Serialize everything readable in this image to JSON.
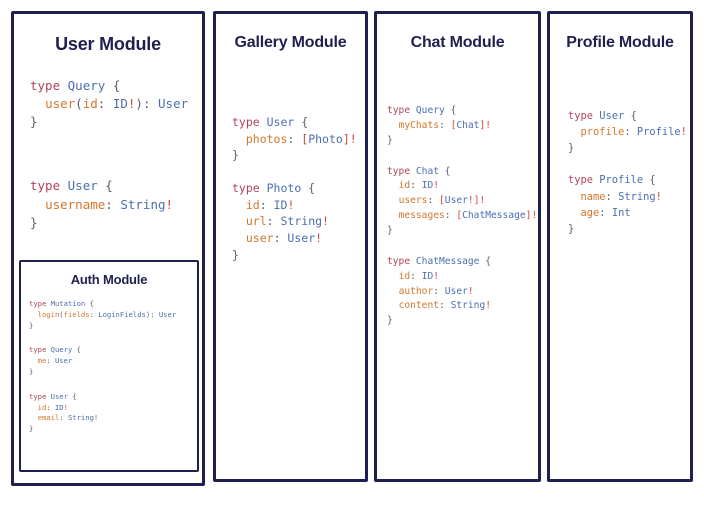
{
  "panels": [
    {
      "id": "user",
      "title": "User Module",
      "blocks": [
        {
          "lines": [
            [
              {
                "t": "type ",
                "c": "k"
              },
              {
                "t": "Query",
                "c": "tn"
              },
              {
                "t": " {",
                "c": "bg"
              }
            ],
            [
              {
                "t": "  ",
                "c": "bg"
              },
              {
                "t": "user",
                "c": "fn"
              },
              {
                "t": "(",
                "c": "bg"
              },
              {
                "t": "id",
                "c": "fn"
              },
              {
                "t": ": ",
                "c": "bg"
              },
              {
                "t": "ID",
                "c": "ty"
              },
              {
                "t": "!",
                "c": "bang"
              },
              {
                "t": ")",
                "c": "bg"
              },
              {
                "t": ": ",
                "c": "bg"
              },
              {
                "t": "User",
                "c": "ty"
              }
            ],
            [
              {
                "t": "}",
                "c": "bg"
              }
            ]
          ]
        },
        {
          "lines": [
            [
              {
                "t": "type ",
                "c": "k"
              },
              {
                "t": "User",
                "c": "tn"
              },
              {
                "t": " {",
                "c": "bg"
              }
            ],
            [
              {
                "t": "  ",
                "c": "bg"
              },
              {
                "t": "username",
                "c": "fn"
              },
              {
                "t": ": ",
                "c": "bg"
              },
              {
                "t": "String",
                "c": "ty"
              },
              {
                "t": "!",
                "c": "bang"
              }
            ],
            [
              {
                "t": "}",
                "c": "bg"
              }
            ]
          ]
        }
      ],
      "nested": {
        "id": "auth",
        "title": "Auth Module",
        "blocks": [
          {
            "lines": [
              [
                {
                  "t": "type ",
                  "c": "k"
                },
                {
                  "t": "Mutation",
                  "c": "tn"
                },
                {
                  "t": " {",
                  "c": "bg"
                }
              ],
              [
                {
                  "t": "  ",
                  "c": "bg"
                },
                {
                  "t": "login",
                  "c": "fn"
                },
                {
                  "t": "(",
                  "c": "bg"
                },
                {
                  "t": "fields",
                  "c": "fn"
                },
                {
                  "t": ": ",
                  "c": "bg"
                },
                {
                  "t": "LoginFields",
                  "c": "ty"
                },
                {
                  "t": ")",
                  "c": "bg"
                },
                {
                  "t": ": ",
                  "c": "bg"
                },
                {
                  "t": "User",
                  "c": "ty"
                }
              ],
              [
                {
                  "t": "}",
                  "c": "bg"
                }
              ]
            ]
          },
          {
            "lines": [
              [
                {
                  "t": "type ",
                  "c": "k"
                },
                {
                  "t": "Query",
                  "c": "tn"
                },
                {
                  "t": " {",
                  "c": "bg"
                }
              ],
              [
                {
                  "t": "  ",
                  "c": "bg"
                },
                {
                  "t": "me",
                  "c": "fn"
                },
                {
                  "t": ": ",
                  "c": "bg"
                },
                {
                  "t": "User",
                  "c": "ty"
                }
              ],
              [
                {
                  "t": "}",
                  "c": "bg"
                }
              ]
            ]
          },
          {
            "lines": [
              [
                {
                  "t": "type ",
                  "c": "k"
                },
                {
                  "t": "User",
                  "c": "tn"
                },
                {
                  "t": " {",
                  "c": "bg"
                }
              ],
              [
                {
                  "t": "  ",
                  "c": "bg"
                },
                {
                  "t": "id",
                  "c": "fn"
                },
                {
                  "t": ": ",
                  "c": "bg"
                },
                {
                  "t": "ID",
                  "c": "ty"
                },
                {
                  "t": "!",
                  "c": "bang"
                }
              ],
              [
                {
                  "t": "  ",
                  "c": "bg"
                },
                {
                  "t": "email",
                  "c": "fn"
                },
                {
                  "t": ": ",
                  "c": "bg"
                },
                {
                  "t": "String",
                  "c": "ty"
                },
                {
                  "t": "!",
                  "c": "bang"
                }
              ],
              [
                {
                  "t": "}",
                  "c": "bg"
                }
              ]
            ]
          }
        ]
      }
    },
    {
      "id": "gallery",
      "title": "Gallery Module",
      "blocks": [
        {
          "lines": [
            [
              {
                "t": "type ",
                "c": "k"
              },
              {
                "t": "User",
                "c": "tn"
              },
              {
                "t": " {",
                "c": "bg"
              }
            ],
            [
              {
                "t": "  ",
                "c": "bg"
              },
              {
                "t": "photos",
                "c": "fn"
              },
              {
                "t": ": ",
                "c": "bg"
              },
              {
                "t": "[",
                "c": "bang"
              },
              {
                "t": "Photo",
                "c": "ty"
              },
              {
                "t": "]",
                "c": "bang"
              },
              {
                "t": "!",
                "c": "bang"
              }
            ],
            [
              {
                "t": "}",
                "c": "bg"
              }
            ]
          ]
        },
        {
          "lines": [
            [
              {
                "t": "type ",
                "c": "k"
              },
              {
                "t": "Photo",
                "c": "tn"
              },
              {
                "t": " {",
                "c": "bg"
              }
            ],
            [
              {
                "t": "  ",
                "c": "bg"
              },
              {
                "t": "id",
                "c": "fn"
              },
              {
                "t": ": ",
                "c": "bg"
              },
              {
                "t": "ID",
                "c": "ty"
              },
              {
                "t": "!",
                "c": "bang"
              }
            ],
            [
              {
                "t": "  ",
                "c": "bg"
              },
              {
                "t": "url",
                "c": "fn"
              },
              {
                "t": ": ",
                "c": "bg"
              },
              {
                "t": "String",
                "c": "ty"
              },
              {
                "t": "!",
                "c": "bang"
              }
            ],
            [
              {
                "t": "  ",
                "c": "bg"
              },
              {
                "t": "user",
                "c": "fn"
              },
              {
                "t": ": ",
                "c": "bg"
              },
              {
                "t": "User",
                "c": "ty"
              },
              {
                "t": "!",
                "c": "bang"
              }
            ],
            [
              {
                "t": "}",
                "c": "bg"
              }
            ]
          ]
        }
      ],
      "nested": null
    },
    {
      "id": "chat",
      "title": "Chat Module",
      "blocks": [
        {
          "lines": [
            [
              {
                "t": "type ",
                "c": "k"
              },
              {
                "t": "Query",
                "c": "tn"
              },
              {
                "t": " {",
                "c": "bg"
              }
            ],
            [
              {
                "t": "  ",
                "c": "bg"
              },
              {
                "t": "myChats",
                "c": "fn"
              },
              {
                "t": ": ",
                "c": "bg"
              },
              {
                "t": "[",
                "c": "bang"
              },
              {
                "t": "Chat",
                "c": "ty"
              },
              {
                "t": "]",
                "c": "bang"
              },
              {
                "t": "!",
                "c": "bang"
              }
            ],
            [
              {
                "t": "}",
                "c": "bg"
              }
            ]
          ]
        },
        {
          "lines": [
            [
              {
                "t": "type ",
                "c": "k"
              },
              {
                "t": "Chat",
                "c": "tn"
              },
              {
                "t": " {",
                "c": "bg"
              }
            ],
            [
              {
                "t": "  ",
                "c": "bg"
              },
              {
                "t": "id",
                "c": "fn"
              },
              {
                "t": ": ",
                "c": "bg"
              },
              {
                "t": "ID",
                "c": "ty"
              },
              {
                "t": "!",
                "c": "bang"
              }
            ],
            [
              {
                "t": "  ",
                "c": "bg"
              },
              {
                "t": "users",
                "c": "fn"
              },
              {
                "t": ": ",
                "c": "bg"
              },
              {
                "t": "[",
                "c": "bang"
              },
              {
                "t": "User",
                "c": "ty"
              },
              {
                "t": "!",
                "c": "bang"
              },
              {
                "t": "]",
                "c": "bang"
              },
              {
                "t": "!",
                "c": "bang"
              }
            ],
            [
              {
                "t": "  ",
                "c": "bg"
              },
              {
                "t": "messages",
                "c": "fn"
              },
              {
                "t": ": ",
                "c": "bg"
              },
              {
                "t": "[",
                "c": "bang"
              },
              {
                "t": "ChatMessage",
                "c": "ty"
              },
              {
                "t": "]",
                "c": "bang"
              },
              {
                "t": "!",
                "c": "bang"
              }
            ],
            [
              {
                "t": "}",
                "c": "bg"
              }
            ]
          ]
        },
        {
          "lines": [
            [
              {
                "t": "type ",
                "c": "k"
              },
              {
                "t": "ChatMessage",
                "c": "tn"
              },
              {
                "t": " {",
                "c": "bg"
              }
            ],
            [
              {
                "t": "  ",
                "c": "bg"
              },
              {
                "t": "id",
                "c": "fn"
              },
              {
                "t": ": ",
                "c": "bg"
              },
              {
                "t": "ID",
                "c": "ty"
              },
              {
                "t": "!",
                "c": "bang"
              }
            ],
            [
              {
                "t": "  ",
                "c": "bg"
              },
              {
                "t": "author",
                "c": "fn"
              },
              {
                "t": ": ",
                "c": "bg"
              },
              {
                "t": "User",
                "c": "ty"
              },
              {
                "t": "!",
                "c": "bang"
              }
            ],
            [
              {
                "t": "  ",
                "c": "bg"
              },
              {
                "t": "content",
                "c": "fn"
              },
              {
                "t": ": ",
                "c": "bg"
              },
              {
                "t": "String",
                "c": "ty"
              },
              {
                "t": "!",
                "c": "bang"
              }
            ],
            [
              {
                "t": "}",
                "c": "bg"
              }
            ]
          ]
        }
      ],
      "nested": null
    },
    {
      "id": "profile",
      "title": "Profile Module",
      "blocks": [
        {
          "lines": [
            [
              {
                "t": "type ",
                "c": "k"
              },
              {
                "t": "User",
                "c": "tn"
              },
              {
                "t": " {",
                "c": "bg"
              }
            ],
            [
              {
                "t": "  ",
                "c": "bg"
              },
              {
                "t": "profile",
                "c": "fn"
              },
              {
                "t": ": ",
                "c": "bg"
              },
              {
                "t": "Profile",
                "c": "ty"
              },
              {
                "t": "!",
                "c": "bang"
              }
            ],
            [
              {
                "t": "}",
                "c": "bg"
              }
            ]
          ]
        },
        {
          "lines": [
            [
              {
                "t": "type ",
                "c": "k"
              },
              {
                "t": "Profile",
                "c": "tn"
              },
              {
                "t": " {",
                "c": "bg"
              }
            ],
            [
              {
                "t": "  ",
                "c": "bg"
              },
              {
                "t": "name",
                "c": "fn"
              },
              {
                "t": ": ",
                "c": "bg"
              },
              {
                "t": "String",
                "c": "ty"
              },
              {
                "t": "!",
                "c": "bang"
              }
            ],
            [
              {
                "t": "  ",
                "c": "bg"
              },
              {
                "t": "age",
                "c": "fn"
              },
              {
                "t": ": ",
                "c": "bg"
              },
              {
                "t": "Int",
                "c": "ty"
              }
            ],
            [
              {
                "t": "}",
                "c": "bg"
              }
            ]
          ]
        }
      ],
      "nested": null
    }
  ],
  "colors": {
    "border": "#1f2050",
    "title": "#1f2050",
    "keyword": "#b0445a",
    "type_name": "#4a6fb0",
    "field_name": "#d4762c",
    "punctuation": "#5c5c6e",
    "non_null": "#d0453a",
    "background": "#ffffff"
  }
}
